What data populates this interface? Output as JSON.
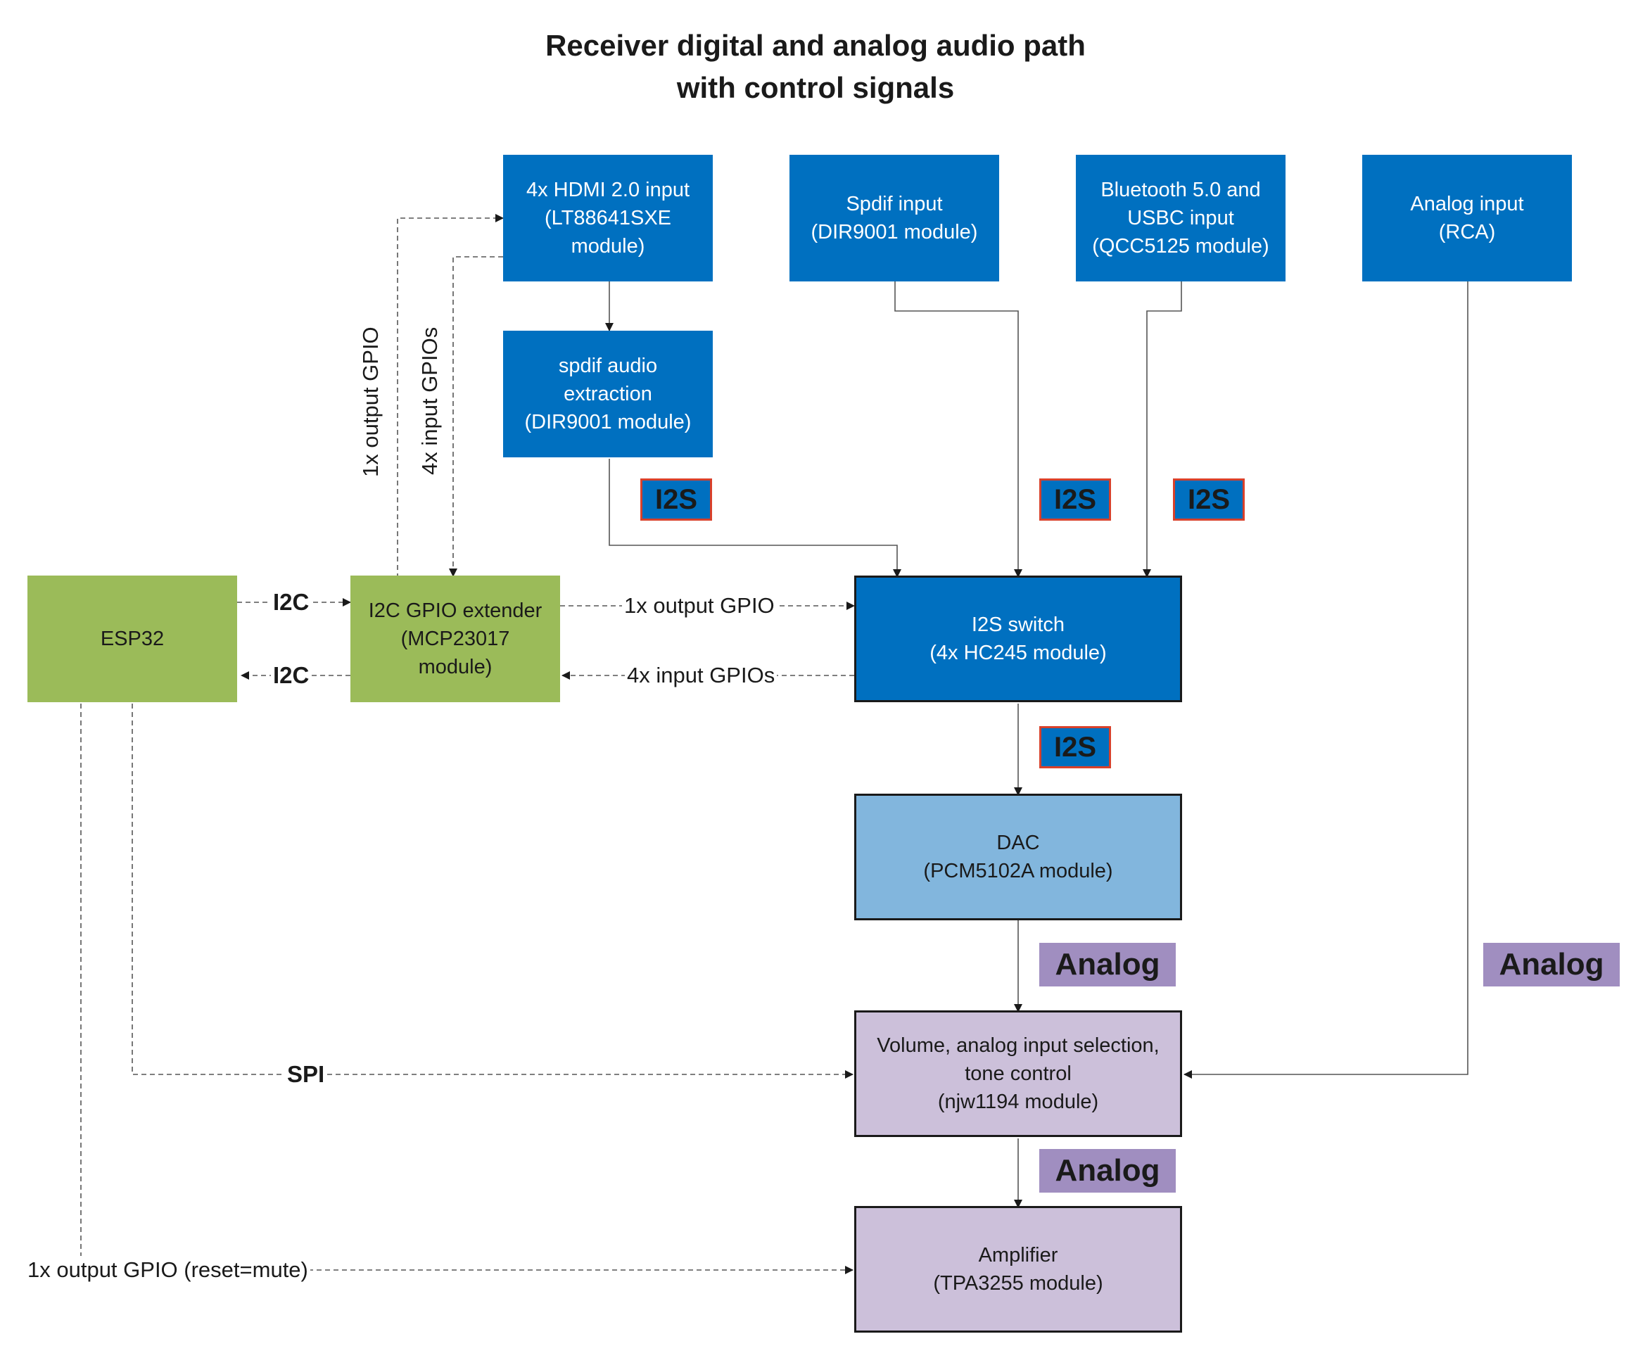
{
  "title": [
    "Receiver digital and analog  audio path",
    "with control signals"
  ],
  "boxes": {
    "hdmi": [
      "4x HDMI 2.0 input",
      "(LT88641SXE",
      "module)"
    ],
    "spdif_extract": [
      "spdif audio",
      "extraction",
      "(DIR9001 module)"
    ],
    "spdif_input": [
      "Spdif input",
      "(DIR9001 module)"
    ],
    "bluetooth": [
      "Bluetooth 5.0 and",
      "USBC  input",
      "(QCC5125 module)"
    ],
    "analog_input": [
      "Analog input",
      "(RCA)"
    ],
    "esp32": [
      "ESP32"
    ],
    "gpio_extender": [
      "I2C GPIO extender",
      "(MCP23017",
      "module)"
    ],
    "i2s_switch": [
      "I2S switch",
      "(4x HC245 module)"
    ],
    "dac": [
      "DAC",
      "(PCM5102A module)"
    ],
    "volume": [
      "Volume, analog input selection,",
      "tone control",
      "(njw1194 module)"
    ],
    "amplifier": [
      "Amplifier",
      "(TPA3255 module)"
    ]
  },
  "tags": {
    "i2s": "I2S",
    "analog": "Analog"
  },
  "labels": {
    "i2c": "I2C",
    "spi": "SPI",
    "output_gpio": "1x output GPIO",
    "input_gpios": "4x input GPIOs",
    "mute_gpio": "1x output GPIO (reset=mute)"
  },
  "colors": {
    "blue": "#0070c0",
    "green": "#9bbb59",
    "light_blue": "#82b6dd",
    "lavender": "#ccc0da",
    "analog_tag": "#a08ec0",
    "i2s_tag_border": "#d9412b",
    "line": "#555555"
  }
}
